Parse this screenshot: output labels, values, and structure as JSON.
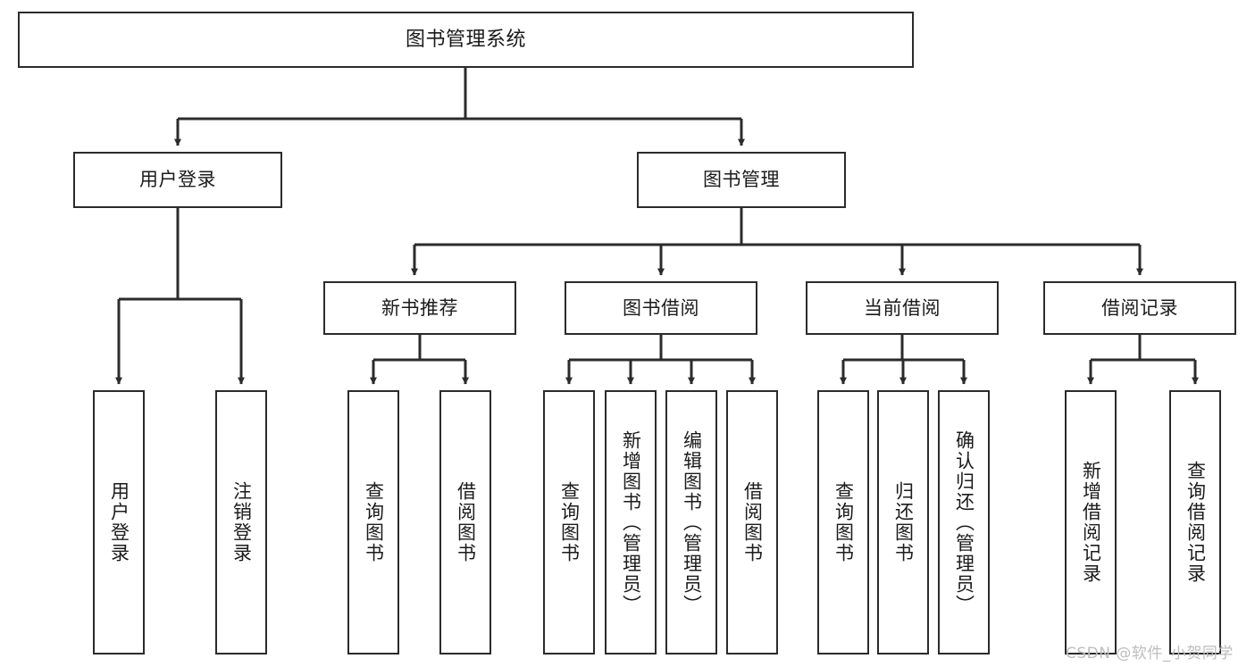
{
  "diagram": {
    "title": "图书管理系统",
    "type": "tree-hierarchy-chart",
    "theme": {
      "stroke": "#2b2b2b",
      "fill": "#ffffff",
      "text": "#1b1b1b",
      "watermark_color": "#bdbdbd"
    },
    "root": {
      "label": "图书管理系统"
    },
    "level2": [
      {
        "label": "用户登录"
      },
      {
        "label": "图书管理"
      }
    ],
    "level3": [
      {
        "label": "新书推荐"
      },
      {
        "label": "图书借阅"
      },
      {
        "label": "当前借阅"
      },
      {
        "label": "借阅记录"
      }
    ],
    "leaves": {
      "user_login": [
        {
          "label": "用户登录"
        },
        {
          "label": "注销登录"
        }
      ],
      "new_book_recommend": [
        {
          "label": "查询图书"
        },
        {
          "label": "借阅图书"
        }
      ],
      "book_borrow": [
        {
          "label": "查询图书"
        },
        {
          "label": "新增图书（管理员）"
        },
        {
          "label": "编辑图书（管理员）"
        },
        {
          "label": "借阅图书"
        }
      ],
      "current_borrow": [
        {
          "label": "查询图书"
        },
        {
          "label": "归还图书"
        },
        {
          "label": "确认归还（管理员）"
        }
      ],
      "borrow_record": [
        {
          "label": "新增借阅记录"
        },
        {
          "label": "查询借阅记录"
        }
      ]
    },
    "watermark": "CSDN @软件_小贺同学"
  }
}
